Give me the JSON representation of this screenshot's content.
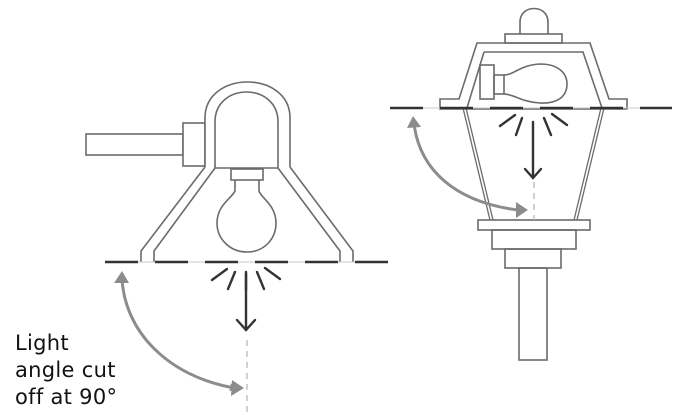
{
  "caption": {
    "lines": [
      "Light",
      "angle cut",
      "off at 90°"
    ]
  },
  "figures": [
    {
      "name": "wall-mounted-shielded-fixture",
      "description": "Wall-mounted lamp with bulb recessed inside shade; light cut off at 90° horizontal line"
    },
    {
      "name": "post-top-lantern-fixture",
      "description": "Post-top lantern with bulb inside cap; horizontal cut-off line at top of glass"
    }
  ],
  "colors": {
    "outline": "#6b6b6b",
    "cutoff_line": "#333333",
    "angle_arrow": "#8c8c8c",
    "light_ray": "#333333",
    "guide_dashed": "#b5b5b5",
    "text": "#111111"
  }
}
